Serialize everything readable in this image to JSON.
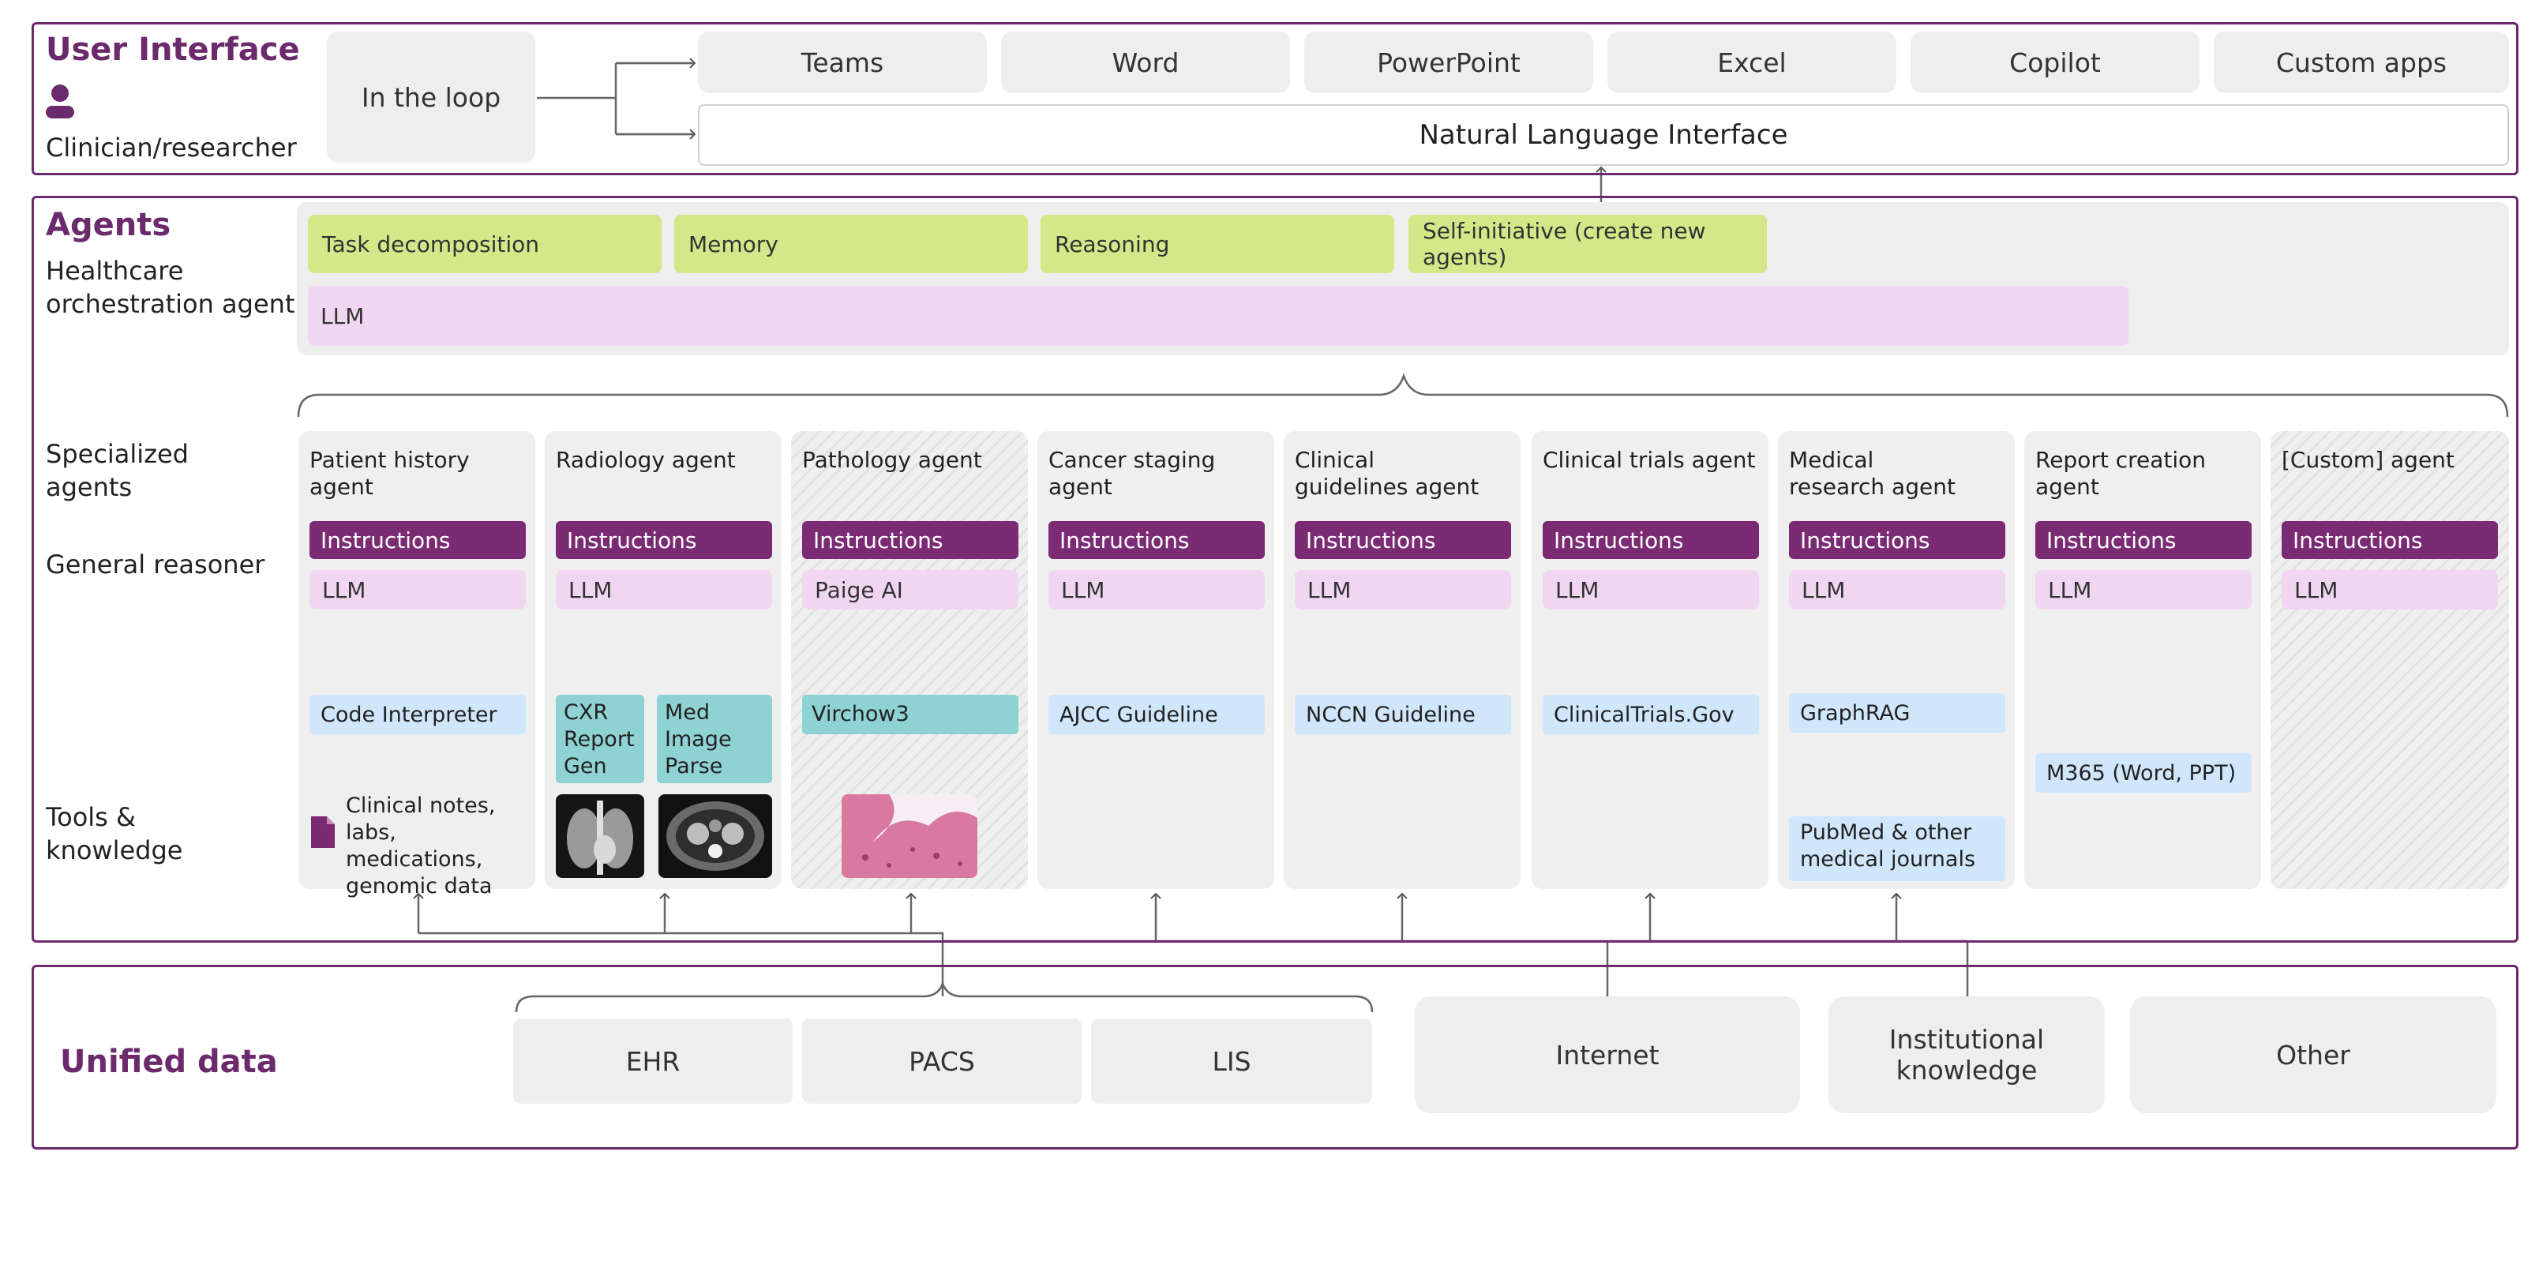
{
  "ui_section": {
    "title": "User Interface",
    "subtitle": "Clinician/researcher",
    "in_the_loop": "In the loop",
    "apps": [
      "Teams",
      "Word",
      "PowerPoint",
      "Excel",
      "Copilot",
      "Custom apps"
    ],
    "nli": "Natural Language Interface"
  },
  "agents_section": {
    "title": "Agents",
    "orchestration_label": "Healthcare orchestration agent",
    "capabilities": [
      "Task decomposition",
      "Memory",
      "Reasoning",
      "Self-initiative (create new agents)"
    ],
    "llm": "LLM",
    "specialized_label": "Specialized agents",
    "general_reasoner_label": "General reasoner",
    "tools_label": "Tools & knowledge",
    "instructions": "Instructions",
    "agents": [
      {
        "name": "Patient history agent",
        "model": "LLM",
        "tool": "Code Interpreter",
        "note": "Clinical notes, labs, medications, genomic data"
      },
      {
        "name": "Radiology agent",
        "model": "LLM",
        "tools": [
          "CXR Report Gen",
          "Med Image Parse"
        ]
      },
      {
        "name": "Pathology agent",
        "model": "Paige AI",
        "tool": "Virchow3"
      },
      {
        "name": "Cancer staging agent",
        "model": "LLM",
        "tool": "AJCC Guideline"
      },
      {
        "name": "Clinical guidelines agent",
        "model": "LLM",
        "tool": "NCCN Guideline"
      },
      {
        "name": "Clinical trials agent",
        "model": "LLM",
        "tool": "ClinicalTrials.Gov"
      },
      {
        "name": "Medical research agent",
        "model": "LLM",
        "tool": "GraphRAG",
        "source": "PubMed & other medical journals"
      },
      {
        "name": "Report creation agent",
        "model": "LLM",
        "tool": "M365 (Word, PPT)"
      },
      {
        "name": "[Custom] agent",
        "model": "LLM"
      }
    ]
  },
  "data_section": {
    "title": "Unified data",
    "sources": [
      "EHR",
      "PACS",
      "LIS",
      "Internet",
      "Institutional knowledge",
      "Other"
    ]
  },
  "colors": {
    "brand_purple": "#6b2a6b",
    "instructions": "#7b2a74",
    "capability_green": "#d4e889",
    "llm_pink": "#f1d6f1",
    "tool_blue": "#cfe6fb",
    "tool_teal": "#8fd2d4"
  }
}
